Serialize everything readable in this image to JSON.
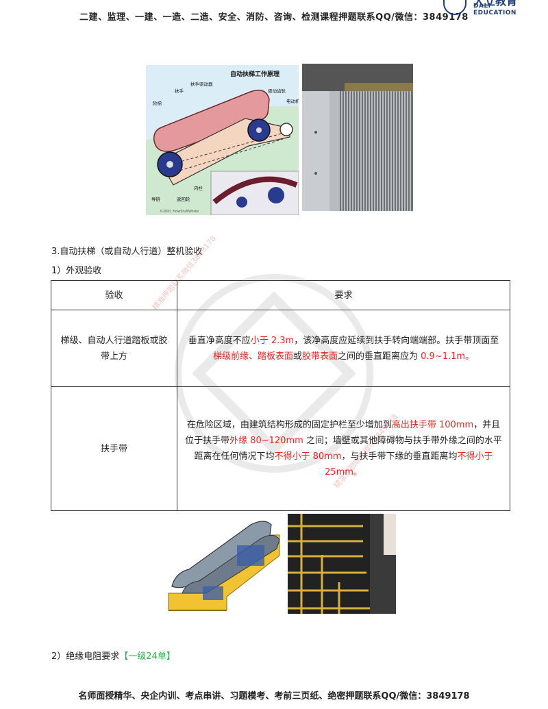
{
  "header": {
    "line": "二建、监理、一建、一造、二造、安全、消防、咨询、检测课程押题联系QQ/微信：3849178",
    "logo_en": "DALI EDUCATION",
    "logo_cn": "大立教育"
  },
  "diagram": {
    "title": "自动扶梯工作原理",
    "labels": {
      "step": "阶梯",
      "handrail": "扶手",
      "handrail_driver": "扶手驱动器",
      "drive_gear": "驱动齿轮",
      "motor": "电动机",
      "inner_rail": "内栏",
      "guide_chain": "导链",
      "return_wheel": "返回轮",
      "copyright": "©2001 HowStuffWorks"
    }
  },
  "section": {
    "title": "3.自动扶梯（或自动人行道）整机验收",
    "sub1": "1）外观验收",
    "sub2": "2）绝缘电阻要求",
    "sub2_tag": "【一级24单】"
  },
  "table": {
    "headers": [
      "验收",
      "要求"
    ],
    "row1": {
      "item": "梯级、自动人行道踏板或胶带上方",
      "t1": "垂直净高度不应",
      "r1": "小于 2.3m",
      "t2": "，该净高度应延续到扶手转向端端部。扶手带顶面至",
      "r2": "梯级前缘、踏板表面",
      "t3": "或",
      "r3": "胶带表面",
      "t4": "之间的垂直距离应为 ",
      "r4": "0.9~1.1m。"
    },
    "row2": {
      "item": "扶手带",
      "t1": "在危险区域，由建筑结构形成的固定护栏至少增加到",
      "r1": "高出扶手带 100mm",
      "t2": "，并且位于扶手带",
      "r2": "外缘 80∽120mm",
      "t3": " 之间；墙壁或其他障碍物与扶手带外缘之间的水平距离在任何情况下均",
      "r3": "不得小于 80mm",
      "t4": "，与扶手带下缘的垂直距离均",
      "r4": "不得小于 25mm。"
    }
  },
  "footer": {
    "line": "名师面授精华、央企内训、考点串讲、习题模考、考前三页纸、绝密押题联系QQ/微信：3849178"
  },
  "watermark": {
    "text": "精准押题联系微信3849178"
  },
  "colors": {
    "red": "#e8251f",
    "green_tag": "#2bb34a",
    "brand_blue": "#1d3f7a"
  }
}
